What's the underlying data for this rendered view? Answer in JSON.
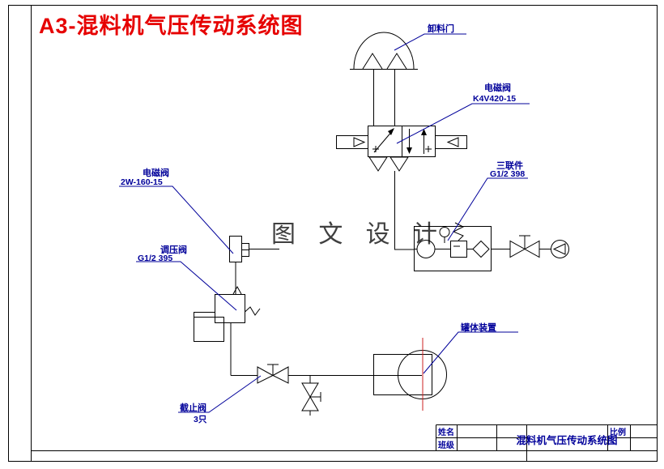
{
  "page_title": "A3-混料机气压传动系统图",
  "watermark": "图 文 设 计",
  "labels": {
    "door": "卸料门",
    "solenoid_main": {
      "name": "电磁阀",
      "model": "K4V420-15"
    },
    "frl": {
      "name": "三联件",
      "model": "G1/2 398"
    },
    "solenoid_left": {
      "name": "电磁阀",
      "model": "2W-160-15"
    },
    "regulator": {
      "name": "调压阀",
      "model": "G1/2 395"
    },
    "tank": "罐体装置",
    "stop_valve": {
      "name": "截止阀",
      "qty": "3只"
    }
  },
  "title_block": {
    "name_label": "姓名",
    "class_label": "班级",
    "drawing_title": "混料机气压传动系统图",
    "scale_label": "比例"
  },
  "colors": {
    "line": "#000000",
    "annotation": "#00009a",
    "page_title": "#e60000",
    "centerline": "#cc2222",
    "watermark": "#404040"
  }
}
